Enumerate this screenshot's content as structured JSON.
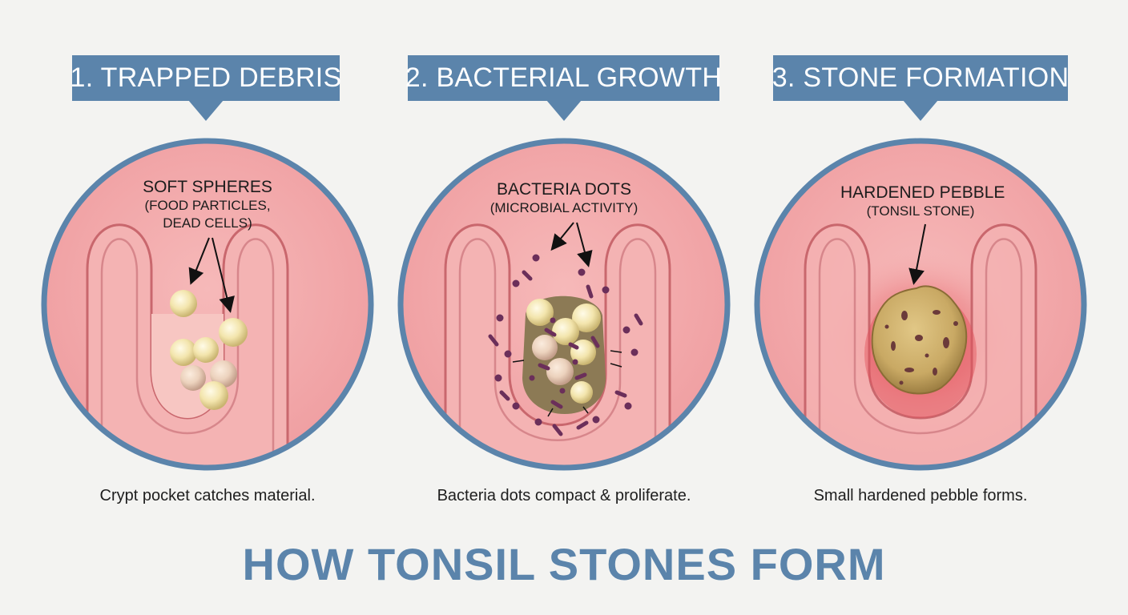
{
  "title": "HOW TONSIL STONES FORM",
  "stages": [
    {
      "heading": "1. TRAPPED DEBRIS",
      "label_line1": "SOFT SPHERES",
      "label_line2": "(FOOD PARTICLES,",
      "label_line3": "DEAD CELLS)",
      "caption": "Crypt pocket catches material."
    },
    {
      "heading": "2. BACTERIAL GROWTH",
      "label_line1": "BACTERIA DOTS",
      "label_line2": "(MICROBIAL ACTIVITY)",
      "caption": "Bacteria dots compact & proliferate."
    },
    {
      "heading": "3. STONE FORMATION",
      "label_line1": "HARDENED PEBBLE",
      "label_line2": "(TONSIL STONE)",
      "caption": "Small hardened pebble forms."
    }
  ],
  "colors": {
    "banner": "#5b84ab",
    "circle_border": "#5b84ab",
    "tissue": "#f1a9a9",
    "tissue_edge": "#c9676d",
    "debris": "#f1e2a6",
    "bacteria": "#6b2f5a",
    "stone": "#c9a964",
    "inflammation": "#e0454e"
  },
  "icons": [
    "down-arrow-pointer-icon",
    "label-arrow-icon"
  ]
}
